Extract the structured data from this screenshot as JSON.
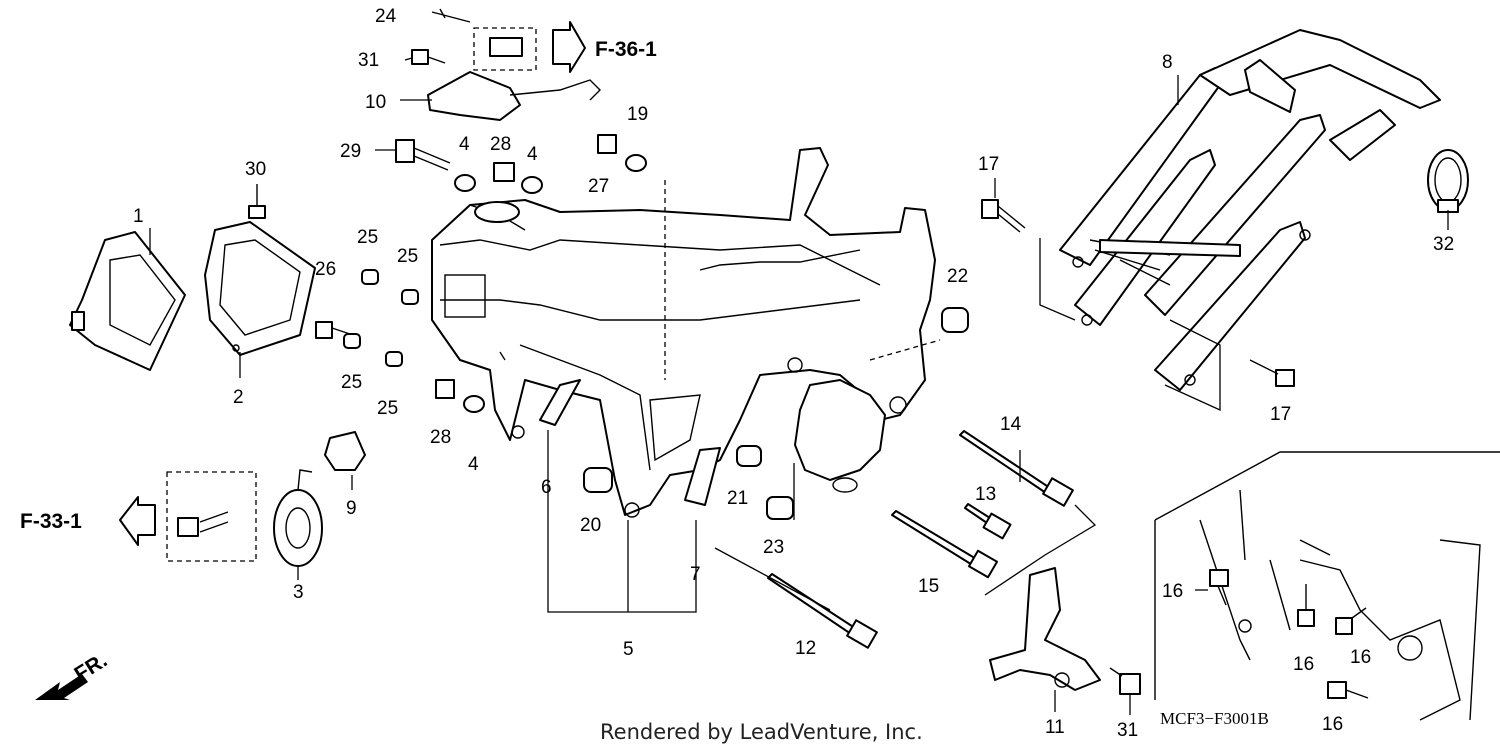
{
  "diagram": {
    "callouts": [
      {
        "id": "c24",
        "text": "24"
      },
      {
        "id": "c31a",
        "text": "31"
      },
      {
        "id": "c10",
        "text": "10"
      },
      {
        "id": "c29",
        "text": "29"
      },
      {
        "id": "c4a",
        "text": "4"
      },
      {
        "id": "c28a",
        "text": "28"
      },
      {
        "id": "c4b",
        "text": "4"
      },
      {
        "id": "c19",
        "text": "19"
      },
      {
        "id": "c27",
        "text": "27"
      },
      {
        "id": "c30",
        "text": "30"
      },
      {
        "id": "c1",
        "text": "1"
      },
      {
        "id": "c2",
        "text": "2"
      },
      {
        "id": "c25a",
        "text": "25"
      },
      {
        "id": "c25b",
        "text": "25"
      },
      {
        "id": "c26",
        "text": "26"
      },
      {
        "id": "c25c",
        "text": "25"
      },
      {
        "id": "c25d",
        "text": "25"
      },
      {
        "id": "c28b",
        "text": "28"
      },
      {
        "id": "c4c",
        "text": "4"
      },
      {
        "id": "c9",
        "text": "9"
      },
      {
        "id": "c3",
        "text": "3"
      },
      {
        "id": "c6",
        "text": "6"
      },
      {
        "id": "c20",
        "text": "20"
      },
      {
        "id": "c7",
        "text": "7"
      },
      {
        "id": "c5",
        "text": "5"
      },
      {
        "id": "c21",
        "text": "21"
      },
      {
        "id": "c23",
        "text": "23"
      },
      {
        "id": "c12",
        "text": "12"
      },
      {
        "id": "c22",
        "text": "22"
      },
      {
        "id": "c8",
        "text": "8"
      },
      {
        "id": "c17a",
        "text": "17"
      },
      {
        "id": "c32",
        "text": "32"
      },
      {
        "id": "c17b",
        "text": "17"
      },
      {
        "id": "c14",
        "text": "14"
      },
      {
        "id": "c13",
        "text": "13"
      },
      {
        "id": "c15",
        "text": "15"
      },
      {
        "id": "c11",
        "text": "11"
      },
      {
        "id": "c31b",
        "text": "31"
      },
      {
        "id": "c16a",
        "text": "16"
      },
      {
        "id": "c16b",
        "text": "16"
      },
      {
        "id": "c16c",
        "text": "16"
      },
      {
        "id": "c16d",
        "text": "16"
      }
    ],
    "ref_top": "F-36-1",
    "ref_left": "F-33-1",
    "direction_label": "FR.",
    "diagram_code": "MCF3−F3001B",
    "credit": "Rendered by LeadVenture, Inc."
  }
}
